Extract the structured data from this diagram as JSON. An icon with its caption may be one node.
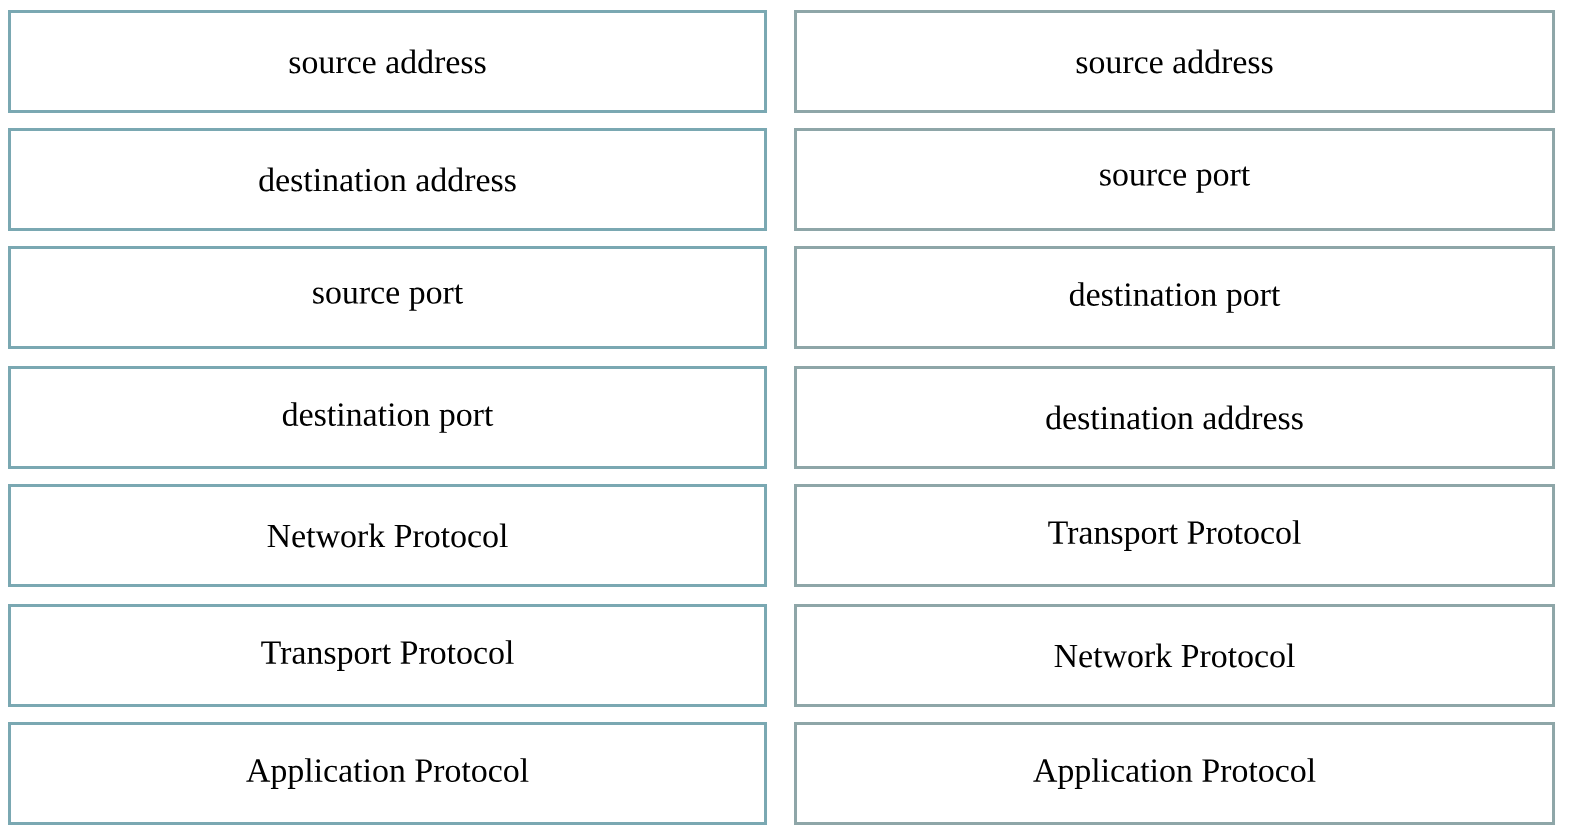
{
  "diagram": {
    "nodes": [
      {
        "text": [
          "source address"
        ]
      },
      {
        "text": [
          "source address"
        ]
      },
      {
        "text": [
          "destination address"
        ]
      },
      {
        "text": [
          "source port"
        ]
      },
      {
        "text": [
          "source port"
        ]
      },
      {
        "text": [
          "destination port"
        ]
      },
      {
        "text": [
          "destination port"
        ]
      },
      {
        "text": [
          "destination address"
        ]
      },
      {
        "text": [
          "Network Protocol"
        ]
      },
      {
        "text": [
          "Transport Protocol"
        ]
      },
      {
        "text": [
          "Transport Protocol"
        ]
      },
      {
        "text": [
          "Network Protocol"
        ]
      },
      {
        "text": [
          "Application Protocol"
        ]
      },
      {
        "text": [
          "Application Protocol"
        ]
      }
    ]
  }
}
